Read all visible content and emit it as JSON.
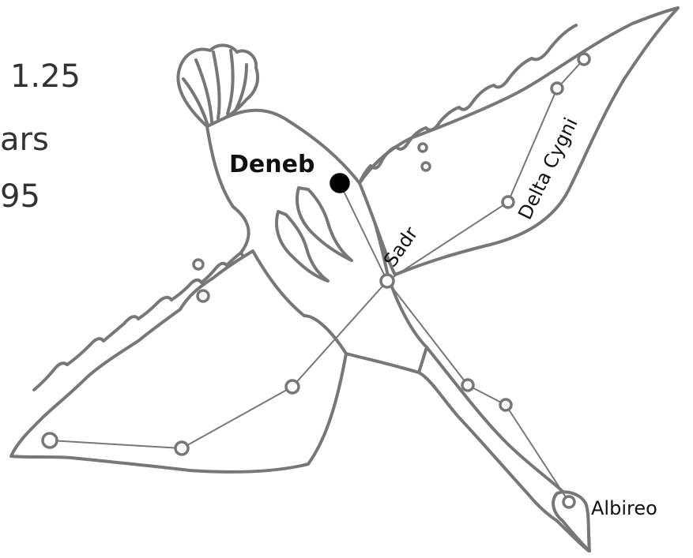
{
  "side_text_fragments": [
    "1.25",
    "ars",
    "95"
  ],
  "stars": {
    "bright": {
      "name": "Deneb"
    },
    "center": {
      "name": "Sadr"
    },
    "wing": {
      "name": "Delta Cygni"
    },
    "beak": {
      "name": "Albireo"
    }
  },
  "colors": {
    "outline": "#777777",
    "bright_star": "#000000",
    "text": "#111111",
    "background": "#ffffff"
  }
}
